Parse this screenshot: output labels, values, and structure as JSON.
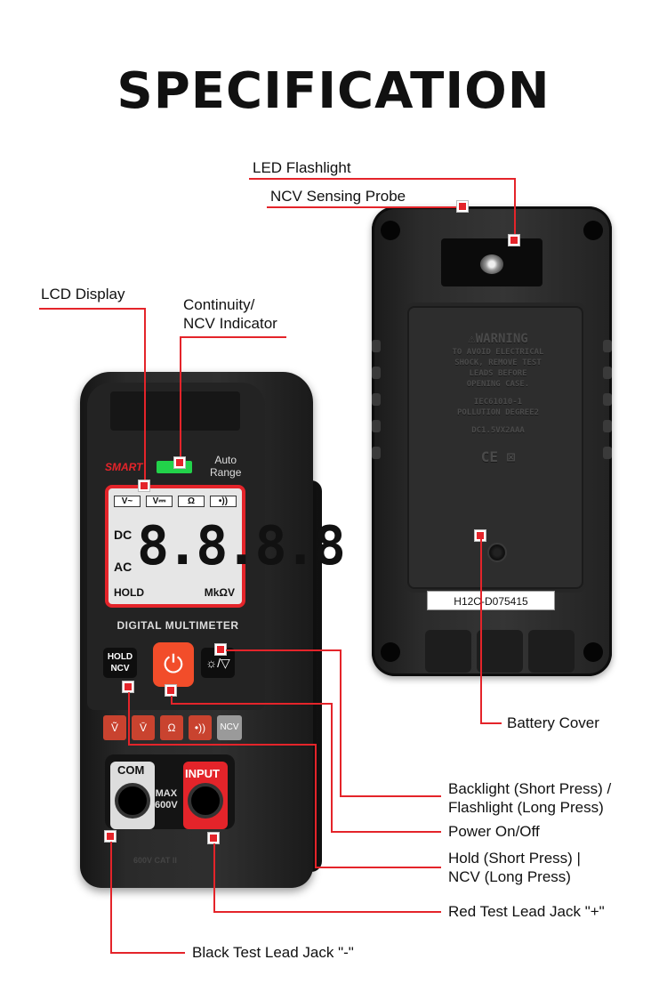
{
  "title": "SPECIFICATION",
  "labels": {
    "led_flashlight": "LED Flashlight",
    "ncv_probe": "NCV Sensing Probe",
    "lcd_display": "LCD Display",
    "continuity_line1": "Continuity/",
    "continuity_line2": "NCV Indicator",
    "battery_cover": "Battery Cover",
    "backlight_line1": "Backlight (Short Press) /",
    "backlight_line2": "Flashlight (Long Press)",
    "power": "Power On/Off",
    "hold_line1": "Hold (Short Press) |",
    "hold_line2": "NCV (Long Press)",
    "red_jack": "Red Test Lead Jack \"+\"",
    "black_jack": "Black Test Lead Jack \"-\""
  },
  "back_device": {
    "warning_title": "⚠WARNING",
    "warning_lines": [
      "TO AVOID ELECTRICAL",
      "SHOCK, REMOVE TEST",
      "LEADS BEFORE",
      "OPENING CASE."
    ],
    "standard": "IEC61010-1",
    "pollution": "POLLUTION DEGREE2",
    "battery": "DC1.5VX2AAA",
    "marks": "CE  ⊠",
    "serial": "H12C-D075415"
  },
  "front_device": {
    "brand": "SMART",
    "auto_range_line1": "Auto",
    "auto_range_line2": "Range",
    "lcd_modes": [
      "V~",
      "V⎓",
      "Ω",
      "•))"
    ],
    "lcd_dc": "DC",
    "lcd_ac": "AC",
    "lcd_digits": "8.8.8.8",
    "lcd_hold": "HOLD",
    "lcd_unit": "MkΩV",
    "model_label": "DIGITAL MULTIMETER",
    "hold_btn_line1": "HOLD",
    "hold_btn_line2": "NCV",
    "power_icon": "⏻",
    "light_icon": "☼/▽",
    "rotary": [
      "Ṽ",
      "V̄",
      "Ω",
      "•))",
      "NCV"
    ],
    "com_label": "COM",
    "input_label": "INPUT",
    "max_line1": "MAX",
    "max_line2": "600V",
    "cat_label": "600V CAT II"
  },
  "colors": {
    "accent_red": "#e4242a",
    "indicator_green": "#22d24a",
    "power_orange": "#f24d2a"
  }
}
